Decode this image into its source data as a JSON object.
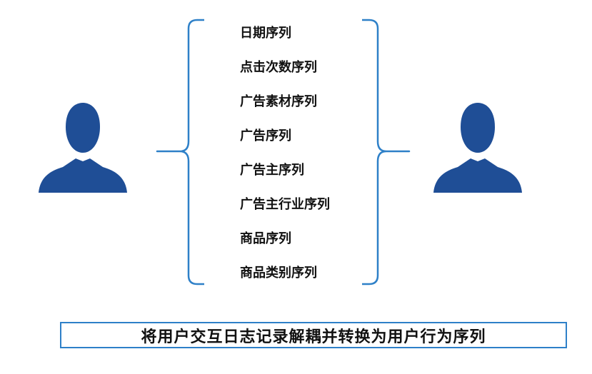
{
  "sequences": [
    "日期序列",
    "点击次数序列",
    "广告素材序列",
    "广告序列",
    "广告主序列",
    "广告主行业序列",
    "商品序列",
    "商品类别序列"
  ],
  "caption": "将用户交互日志记录解耦并转换为用户行为序列",
  "colors": {
    "user_icon": "#1f4e96",
    "brace": "#2e80c8",
    "caption_border": "#2e80c8"
  },
  "icons": {
    "left": "user-icon",
    "right": "user-icon"
  }
}
